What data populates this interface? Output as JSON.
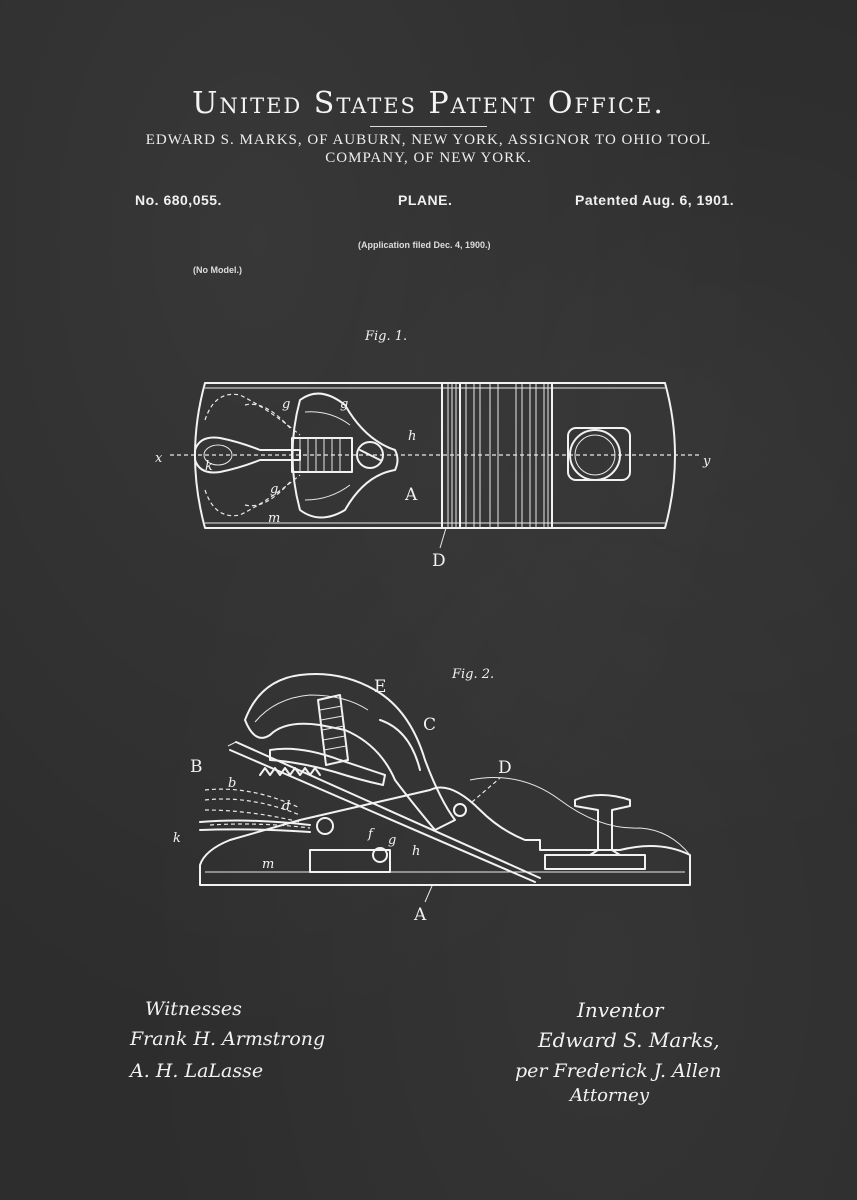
{
  "header": {
    "office": "United States Patent Office.",
    "inventor_line1": "EDWARD S. MARKS, OF AUBURN, NEW YORK, ASSIGNOR TO OHIO TOOL",
    "inventor_line2": "COMPANY, OF NEW YORK.",
    "patent_no": "No. 680,055.",
    "subject": "PLANE.",
    "patented": "Patented Aug. 6, 1901.",
    "application": "(Application filed Dec. 4, 1900.)",
    "model": "(No Model.)"
  },
  "figures": {
    "fig1_caption": "Fig. 1.",
    "fig2_caption": "Fig. 2.",
    "fig1_labels": {
      "x": "x",
      "y": "y",
      "k": "k",
      "g1": "g",
      "g2": "g",
      "g3": "g",
      "h": "h",
      "m": "m",
      "A": "A",
      "D": "D"
    },
    "fig2_labels": {
      "E": "E",
      "C": "C",
      "B": "B",
      "b": "b",
      "D": "D",
      "k": "k",
      "f": "f",
      "g": "g",
      "h": "h",
      "m": "m",
      "d": "d",
      "A": "A"
    }
  },
  "signatures": {
    "witnesses_heading": "Witnesses",
    "witness1": "Frank H. Armstrong",
    "witness2": "A. H. LaLasse",
    "inventor_heading": "Inventor",
    "inventor_name": "Edward S. Marks,",
    "per_line": "per Frederick J. Allen",
    "attorney": "Attorney"
  }
}
